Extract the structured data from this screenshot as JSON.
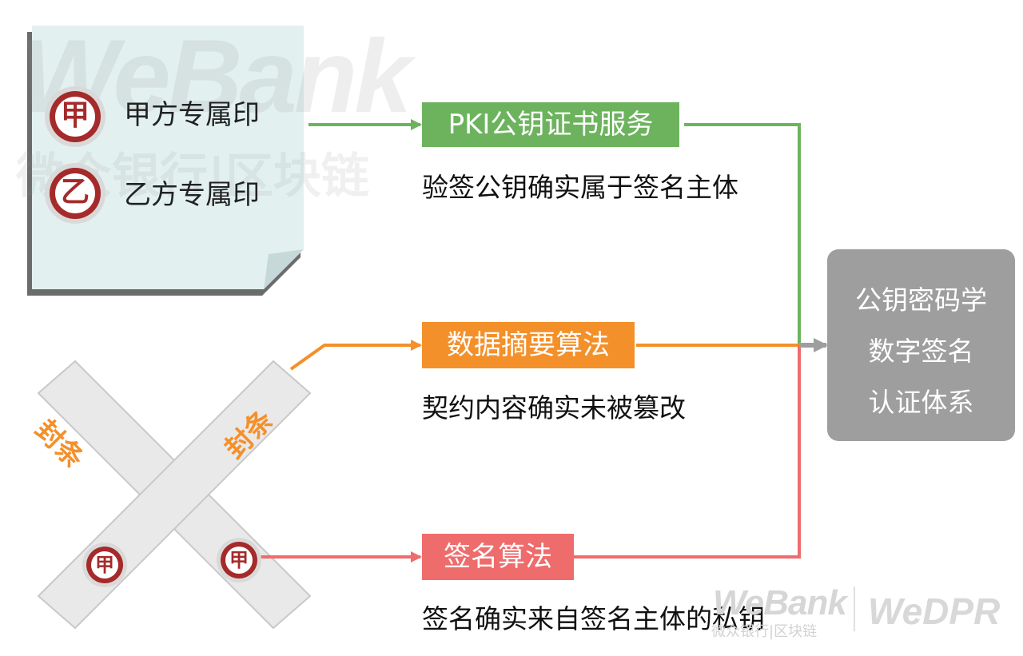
{
  "watermark": {
    "top_en": "WeBank",
    "top_cn": "微众银行|区块链",
    "bottom_webank": "WeBank",
    "bottom_cn": "微众银行|区块链",
    "bottom_wedpr": "WeDPR"
  },
  "seals": {
    "party_a": {
      "stamp_char": "甲",
      "label": "甲方专属印"
    },
    "party_b": {
      "stamp_char": "乙",
      "label": "乙方专属印"
    }
  },
  "sealing_strips": {
    "strip_text": "封条",
    "stamp_char": "甲"
  },
  "steps": [
    {
      "label": "PKI公钥证书服务",
      "description": "验签公钥确实属于签名主体",
      "color": "#6db35e"
    },
    {
      "label": "数据摘要算法",
      "description": "契约内容确实未被篡改",
      "color": "#f4902a"
    },
    {
      "label": "签名算法",
      "description": "签名确实来自签名主体的私钥",
      "color": "#ef6c6c"
    }
  ],
  "result": {
    "lines": [
      "公钥密码学",
      "数字签名",
      "认证体系"
    ],
    "color": "#9e9e9e"
  }
}
